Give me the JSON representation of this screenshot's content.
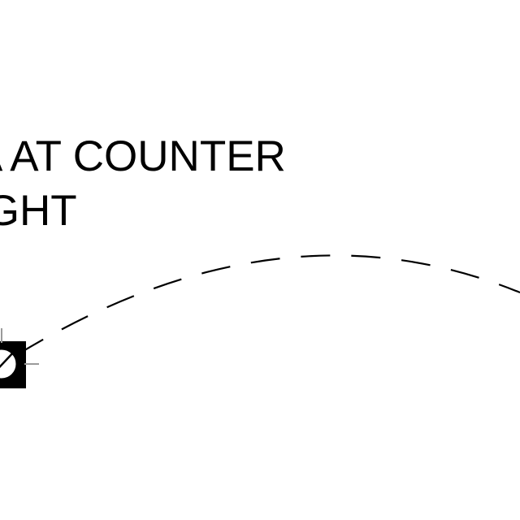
{
  "annotation": {
    "line_1": "A AT COUNTER",
    "line_2": "IGHT"
  },
  "colors": {
    "background": "#ffffff",
    "linework": "#000000",
    "crosshair": "#9a9a9a"
  },
  "symbols": {
    "fixture": "ceiling-fixture-symbol-icon",
    "switch_leg": "dashed-arc-connector"
  }
}
